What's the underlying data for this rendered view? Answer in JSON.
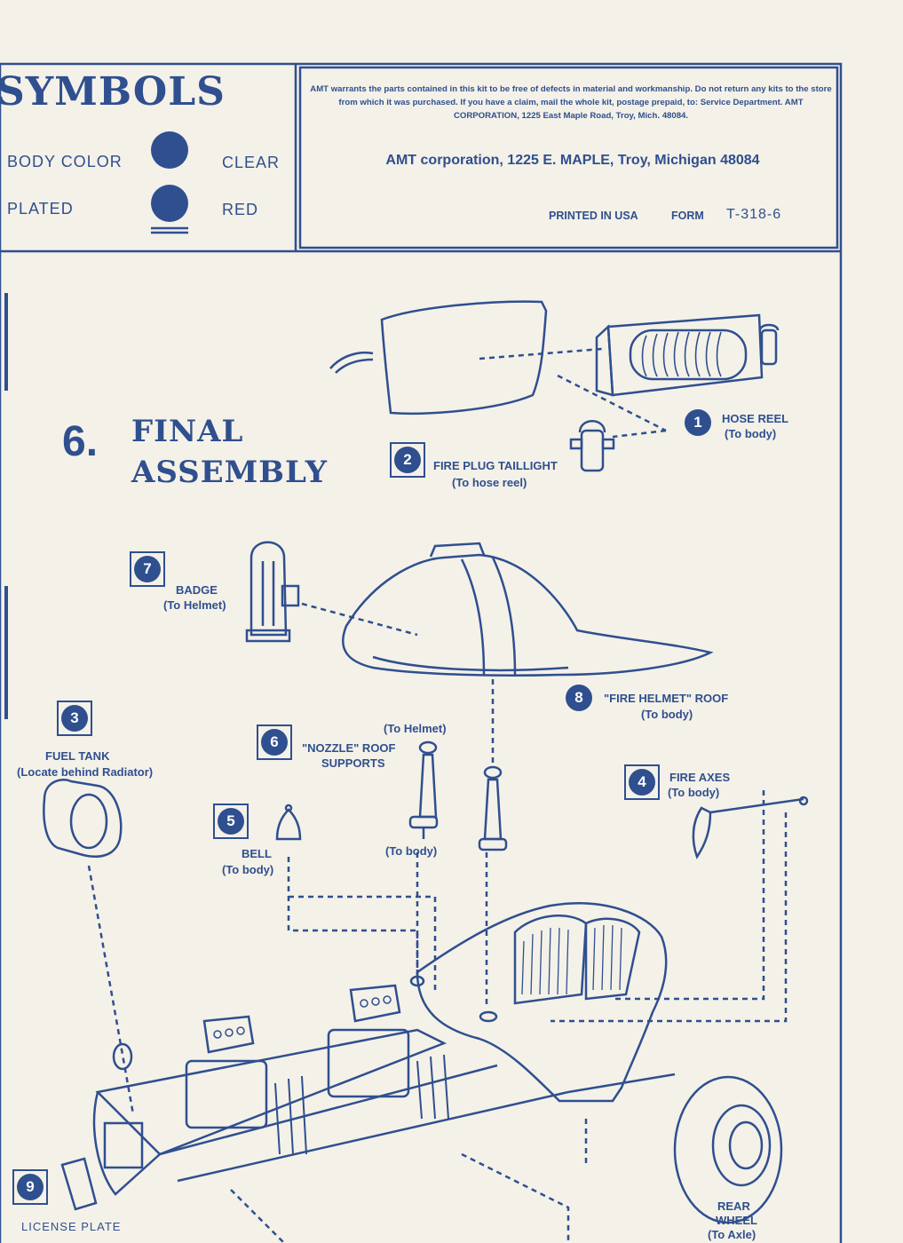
{
  "symbols": {
    "title": "SYMBOLS",
    "body_color": "BODY COLOR",
    "clear": "CLEAR",
    "plated": "PLATED",
    "red": "RED"
  },
  "warranty": {
    "text": "AMT warrants the parts contained in this kit to be free of defects in material and workmanship. Do not return any kits to the store from which it was purchased. If you have a claim, mail the whole kit, postage prepaid, to: Service Department. AMT CORPORATION, 1225 East Maple Road, Troy, Mich. 48084.",
    "address": "AMT corporation, 1225 E. MAPLE, Troy, Michigan 48084",
    "printed": "PRINTED IN USA",
    "form_label": "FORM",
    "form_number": "T-318-6"
  },
  "step": {
    "number": "6.",
    "title_line1": "FINAL",
    "title_line2": "ASSEMBLY"
  },
  "parts": [
    {
      "num": "1",
      "name": "HOSE REEL",
      "target": "(To body)"
    },
    {
      "num": "2",
      "name": "FIRE PLUG TAILLIGHT",
      "target": "(To hose reel)"
    },
    {
      "num": "3",
      "name": "FUEL TANK",
      "target": "(Locate behind Radiator)"
    },
    {
      "num": "4",
      "name": "FIRE AXES",
      "target": "(To body)"
    },
    {
      "num": "5",
      "name": "BELL",
      "target": "(To body)"
    },
    {
      "num": "6",
      "name": "\"NOZZLE\" ROOF",
      "name2": "SUPPORTS",
      "target_top": "(To Helmet)",
      "target": "(To body)"
    },
    {
      "num": "7",
      "name": "BADGE",
      "target": "(To Helmet)"
    },
    {
      "num": "8",
      "name": "\"FIRE HELMET\" ROOF",
      "target": "(To body)"
    },
    {
      "num": "9",
      "name": "LICENSE PLATE"
    }
  ],
  "rear_wheel": {
    "name": "REAR",
    "name2": "WHEEL",
    "target": "(To Axle)"
  },
  "colors": {
    "ink": "#2f4f8f",
    "paper": "#f4f1e8"
  }
}
